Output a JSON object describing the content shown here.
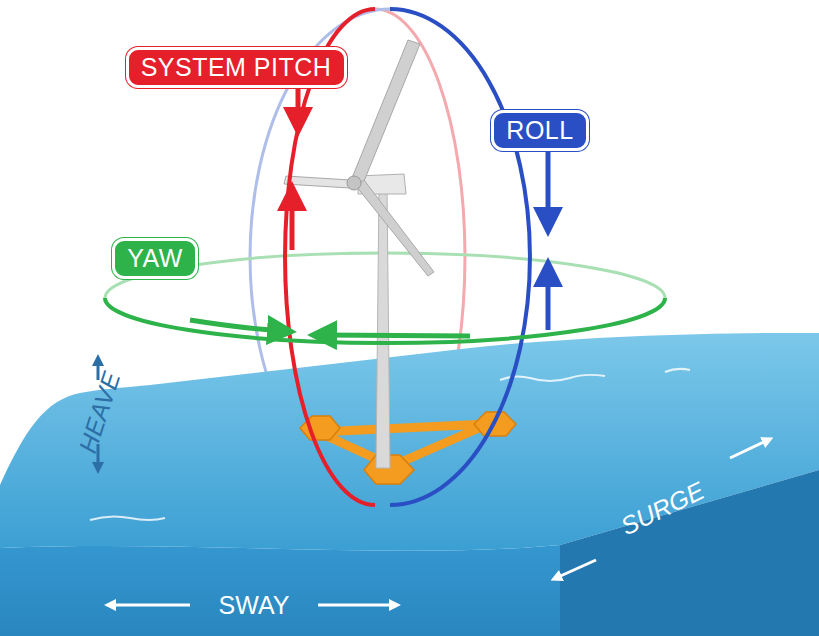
{
  "diagram": {
    "nodes": [
      {
        "text": [
          "SYSTEM PITCH"
        ]
      },
      {
        "text": [
          "ROLL"
        ]
      },
      {
        "text": [
          "YAW"
        ]
      }
    ],
    "labels": [
      "HEAVE",
      "SURGE",
      "SWAY"
    ]
  }
}
